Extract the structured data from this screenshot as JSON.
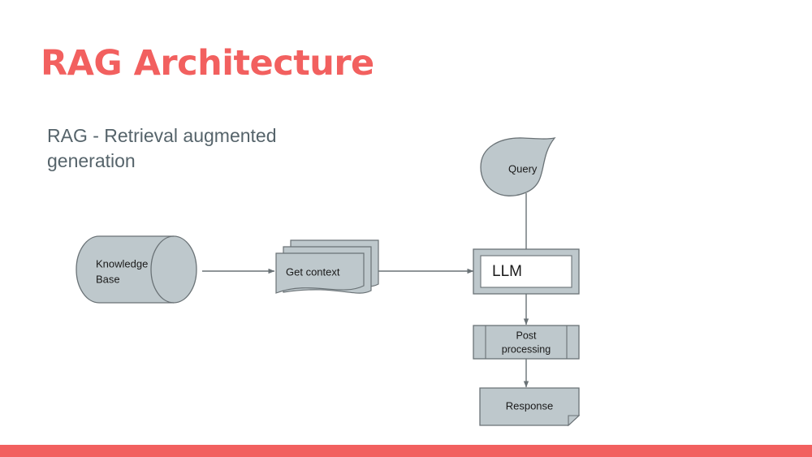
{
  "slide": {
    "title": "RAG Architecture",
    "subtitle": "RAG - Retrieval augmented generation",
    "accent_color": "#F2605F",
    "subtitle_color": "#56646B",
    "background_color": "#FFFFFF",
    "bottom_bar_color": "#F2605F"
  },
  "diagram": {
    "shape_fill": "#BEC8CC",
    "shape_stroke": "#6A7276",
    "frame_inner_fill": "#FFFFFF",
    "connector_color": "#6A7276",
    "nodes": {
      "knowledge_base": {
        "label": "Knowledge Base",
        "line1": "Knowledge",
        "line2": "Base",
        "shape": "cylinder"
      },
      "get_context": {
        "label": "Get context",
        "shape": "multi-document"
      },
      "query": {
        "label": "Query",
        "shape": "teardrop-callout"
      },
      "llm": {
        "label": "LLM",
        "shape": "frame"
      },
      "post_processing": {
        "label": "Post processing",
        "line1": "Post",
        "line2": "processing",
        "shape": "predefined-process"
      },
      "response": {
        "label": "Response",
        "shape": "folded-corner-note"
      }
    },
    "edges": [
      {
        "from": "knowledge_base",
        "to": "get_context"
      },
      {
        "from": "get_context",
        "to": "llm"
      },
      {
        "from": "query",
        "to": "llm"
      },
      {
        "from": "llm",
        "to": "post_processing"
      },
      {
        "from": "post_processing",
        "to": "response"
      }
    ]
  }
}
